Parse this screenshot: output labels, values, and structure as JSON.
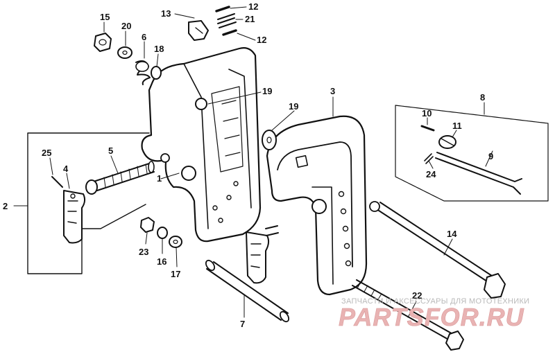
{
  "callouts": [
    {
      "id": "15",
      "text": "15"
    },
    {
      "id": "20",
      "text": "20"
    },
    {
      "id": "6",
      "text": "6"
    },
    {
      "id": "18",
      "text": "18"
    },
    {
      "id": "13",
      "text": "13"
    },
    {
      "id": "12a",
      "text": "12"
    },
    {
      "id": "21",
      "text": "21"
    },
    {
      "id": "12b",
      "text": "12"
    },
    {
      "id": "19a",
      "text": "19"
    },
    {
      "id": "19b",
      "text": "19"
    },
    {
      "id": "3",
      "text": "3"
    },
    {
      "id": "8",
      "text": "8"
    },
    {
      "id": "10",
      "text": "10"
    },
    {
      "id": "11",
      "text": "11"
    },
    {
      "id": "9",
      "text": "9"
    },
    {
      "id": "24",
      "text": "24"
    },
    {
      "id": "25",
      "text": "25"
    },
    {
      "id": "5",
      "text": "5"
    },
    {
      "id": "4",
      "text": "4"
    },
    {
      "id": "1",
      "text": "1"
    },
    {
      "id": "2",
      "text": "2"
    },
    {
      "id": "23",
      "text": "23"
    },
    {
      "id": "16",
      "text": "16"
    },
    {
      "id": "17",
      "text": "17"
    },
    {
      "id": "14",
      "text": "14"
    },
    {
      "id": "7",
      "text": "7"
    },
    {
      "id": "22",
      "text": "22"
    }
  ],
  "watermark": {
    "tagline": "ЗАПЧАСТИ И АКСЕССУАРЫ ДЛЯ МОТОТЕХНИКИ",
    "logo": "PARTSFOR.RU"
  },
  "colors": {
    "ink": "#111111",
    "background": "#ffffff",
    "watermark_logo": "#e9b3b3",
    "watermark_text": "#b9b9b9"
  }
}
